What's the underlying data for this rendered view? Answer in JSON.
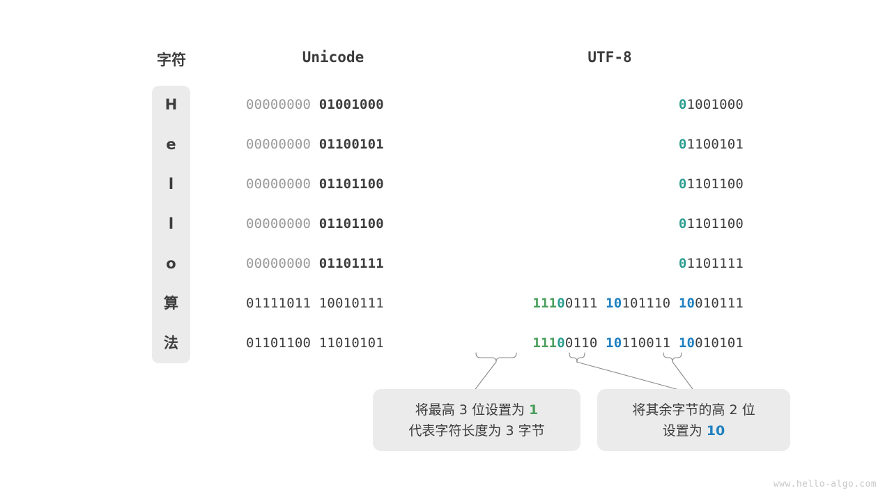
{
  "headers": {
    "character": "字符",
    "unicode": "Unicode",
    "utf8": "UTF-8"
  },
  "rows": [
    {
      "char": "H",
      "unicode_pad": "00000000",
      "unicode_byte": "01001000",
      "utf8_lead0": "0",
      "utf8_rest": "1001000"
    },
    {
      "char": "e",
      "unicode_pad": "00000000",
      "unicode_byte": "01100101",
      "utf8_lead0": "0",
      "utf8_rest": "1100101"
    },
    {
      "char": "l",
      "unicode_pad": "00000000",
      "unicode_byte": "01101100",
      "utf8_lead0": "0",
      "utf8_rest": "1101100"
    },
    {
      "char": "l",
      "unicode_pad": "00000000",
      "unicode_byte": "01101100",
      "utf8_lead0": "0",
      "utf8_rest": "1101100"
    },
    {
      "char": "o",
      "unicode_pad": "00000000",
      "unicode_byte": "01101111",
      "utf8_lead0": "0",
      "utf8_rest": "1101111"
    },
    {
      "char": "算",
      "unicode_hi": "01111011",
      "unicode_lo": "10010111",
      "utf8_b1_111": "111",
      "utf8_b1_0": "0",
      "utf8_b1_rest": "0111",
      "utf8_b2_10": "10",
      "utf8_b2_rest": "101110",
      "utf8_b3_10": "10",
      "utf8_b3_rest": "010111"
    },
    {
      "char": "法",
      "unicode_hi": "01101100",
      "unicode_lo": "11010101",
      "utf8_b1_111": "111",
      "utf8_b1_0": "0",
      "utf8_b1_rest": "0110",
      "utf8_b2_10": "10",
      "utf8_b2_rest": "110011",
      "utf8_b3_10": "10",
      "utf8_b3_rest": "010101"
    }
  ],
  "callouts": {
    "left": {
      "line1_a": "将最高 ",
      "line1_n": "3",
      "line1_b": " 位设置为 ",
      "line1_hl": "1",
      "line2": "代表字符长度为 3 字节"
    },
    "right": {
      "line1": "将其余字节的高 2 位",
      "line2_a": "设置为 ",
      "line2_hl": "10"
    }
  },
  "watermark": "www.hello-algo.com",
  "colors": {
    "text": "#3c3c3c",
    "muted": "#9a9a9a",
    "panel": "#ebebeb",
    "teal": "#2a9d8f",
    "green": "#4a9e5c",
    "blue": "#1f80c0",
    "watermark": "#c8c8c8"
  }
}
